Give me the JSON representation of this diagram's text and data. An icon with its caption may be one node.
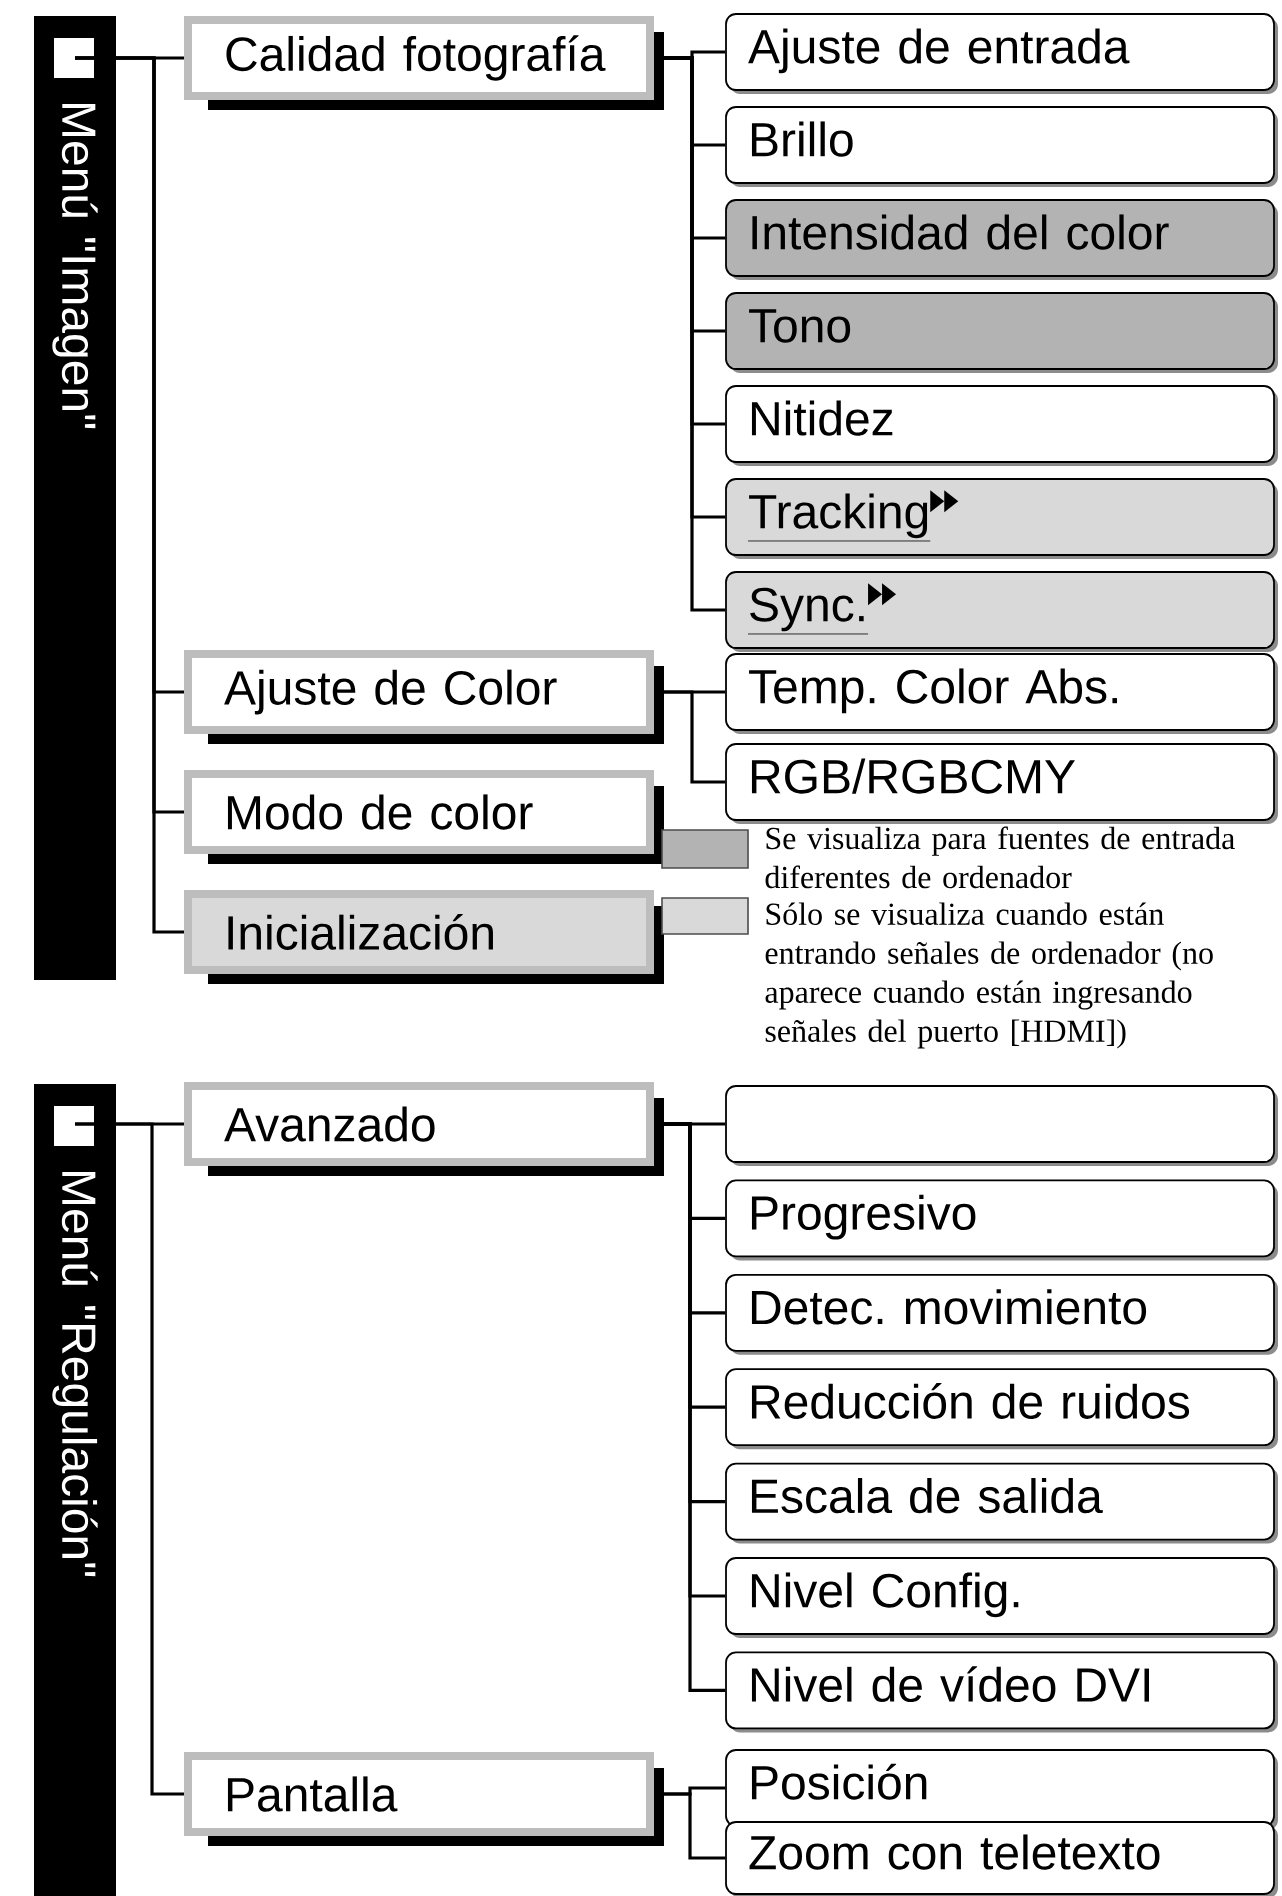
{
  "diagram": {
    "nodes": [
      {
        "text": [
          "Menú \"Imagen\""
        ]
      },
      {
        "text": [
          "Calidad fotografía"
        ]
      },
      {
        "text": [
          "Ajuste de entrada"
        ]
      },
      {
        "text": [
          "Brillo"
        ]
      },
      {
        "text": [
          "Intensidad del color"
        ]
      },
      {
        "text": [
          "Tono"
        ]
      },
      {
        "text": [
          "Nitidez"
        ]
      },
      {
        "text": [
          "Tracking"
        ]
      },
      {
        "text": [
          "Sync."
        ]
      },
      {
        "text": [
          "Ajuste de Color"
        ]
      },
      {
        "text": [
          "Temp. Color Abs."
        ]
      },
      {
        "text": [
          "RGB/RGBCMY"
        ]
      },
      {
        "text": [
          "Modo de color"
        ]
      },
      {
        "text": [
          "Inicialización"
        ]
      },
      {
        "text": [
          "Menú \"Regulación\""
        ]
      },
      {
        "text": [
          "Avanzado"
        ]
      },
      {
        "text": [],
        "shape": "box"
      },
      {
        "text": [
          "Progresivo"
        ]
      },
      {
        "text": [
          "Detec. movimiento"
        ]
      },
      {
        "text": [
          "Reducción de ruidos"
        ]
      },
      {
        "text": [
          "Escala de salida"
        ]
      },
      {
        "text": [
          "Nivel Config."
        ]
      },
      {
        "text": [
          "Nivel de vídeo DVI"
        ]
      },
      {
        "text": [
          "Pantalla"
        ]
      },
      {
        "text": [
          "Posición"
        ]
      },
      {
        "text": [
          "Zoom con teletexto"
        ]
      }
    ],
    "edges": [
      {
        "from": 0,
        "to": 1,
        "arrow": "none"
      },
      {
        "from": 0,
        "to": 9,
        "arrow": "none"
      },
      {
        "from": 0,
        "to": 12,
        "arrow": "none"
      },
      {
        "from": 0,
        "to": 13,
        "arrow": "none"
      },
      {
        "from": 1,
        "to": 2,
        "arrow": "none"
      },
      {
        "from": 1,
        "to": 3,
        "arrow": "none"
      },
      {
        "from": 1,
        "to": 4,
        "arrow": "none"
      },
      {
        "from": 1,
        "to": 5,
        "arrow": "none"
      },
      {
        "from": 1,
        "to": 6,
        "arrow": "none"
      },
      {
        "from": 1,
        "to": 7,
        "arrow": "none"
      },
      {
        "from": 1,
        "to": 8,
        "arrow": "none"
      },
      {
        "from": 9,
        "to": 10,
        "arrow": "none"
      },
      {
        "from": 9,
        "to": 11,
        "arrow": "none"
      },
      {
        "from": 14,
        "to": 15,
        "arrow": "none"
      },
      {
        "from": 14,
        "to": 23,
        "arrow": "none"
      },
      {
        "from": 15,
        "to": 16,
        "arrow": "none"
      },
      {
        "from": 15,
        "to": 17,
        "arrow": "none"
      },
      {
        "from": 15,
        "to": 18,
        "arrow": "none"
      },
      {
        "from": 15,
        "to": 19,
        "arrow": "none"
      },
      {
        "from": 15,
        "to": 20,
        "arrow": "none"
      },
      {
        "from": 15,
        "to": 21,
        "arrow": "none"
      },
      {
        "from": 15,
        "to": 22,
        "arrow": "none"
      },
      {
        "from": 23,
        "to": 24,
        "arrow": "none"
      },
      {
        "from": 23,
        "to": 25,
        "arrow": "none"
      }
    ],
    "legend": [
      {
        "text": "Se visualiza para fuentes de entrada diferentes de ordenador",
        "color": "#b3b3b3"
      },
      {
        "text": "Sólo se visualiza cuando están entrando señales de ordenador (no aparece cuando están ingresando señales del puerto [HDMI])",
        "color": "#d9d9d9"
      }
    ]
  }
}
